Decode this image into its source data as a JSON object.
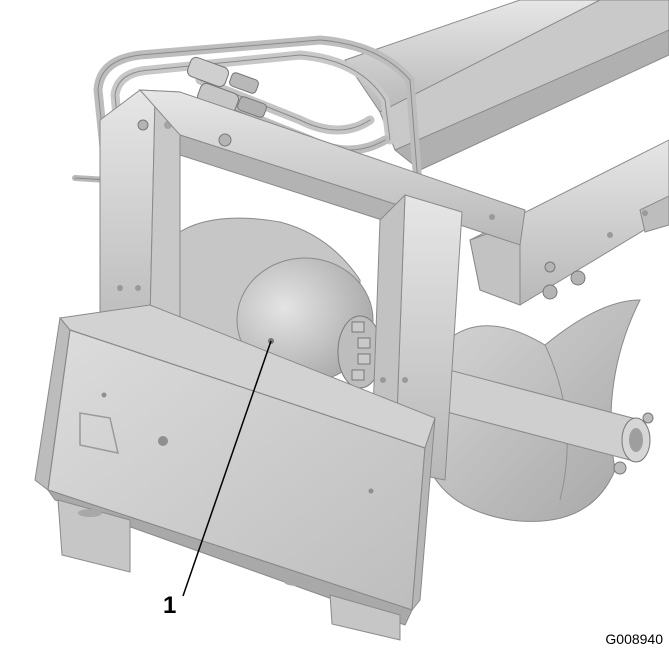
{
  "figure": {
    "callout_number": "1",
    "figure_id": "G008940"
  },
  "icons": {
    "illustration": "auger-attachment-illustration",
    "leader": "callout-leader-line"
  },
  "colors": {
    "steel_light": "#d8d8d8",
    "steel_mid": "#c4c4c4",
    "steel_dark": "#9c9c9c",
    "outline": "#7a7a7a",
    "text": "#000000"
  }
}
